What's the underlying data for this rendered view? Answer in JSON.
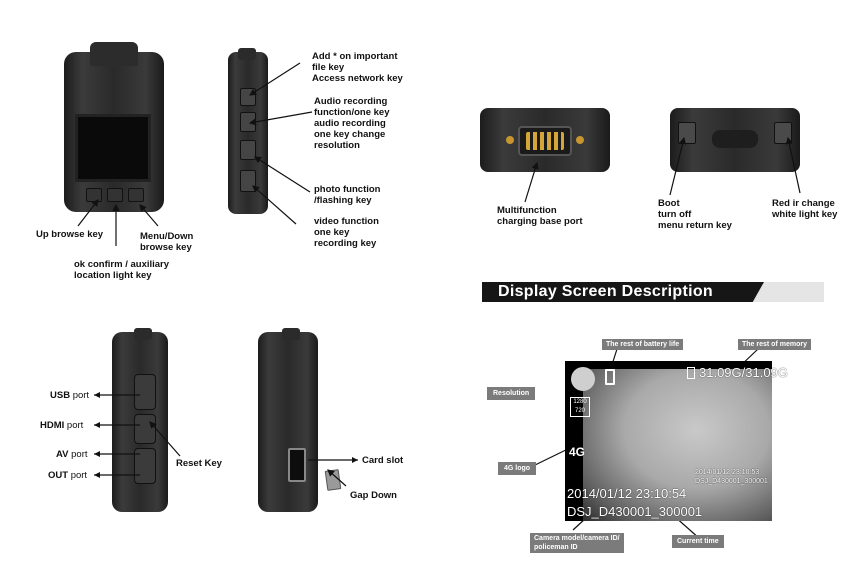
{
  "front_view": {
    "up_browse": "Up browse key",
    "menu_down": [
      "Menu/Down",
      "browse key"
    ],
    "ok_confirm": [
      "ok confirm / auxiliary",
      "location light key"
    ]
  },
  "side_view": {
    "add_key": [
      " Add * on important",
      " file key"
    ],
    "access_network": "Access network key",
    "audio": [
      "Audio recording",
      "function/one key",
      "audio recording",
      "one  key change",
      "resolution"
    ],
    "photo": [
      "photo function",
      " /flashing key"
    ],
    "video": [
      "video function",
      "one key",
      "recording key"
    ]
  },
  "bottom_view": {
    "port_label": [
      "Multifunction",
      "charging base port"
    ]
  },
  "top_view": {
    "boot": [
      "Boot",
      "turn off",
      "menu return key"
    ],
    "red_ir": [
      "Red  ir  change",
      "white  light  key"
    ]
  },
  "ports_view": {
    "usb": [
      "USB",
      " port"
    ],
    "hdmi": [
      "HDMI",
      " port"
    ],
    "av": [
      "AV",
      " port"
    ],
    "out": [
      "OUT",
      " port"
    ],
    "reset": "Reset Key"
  },
  "card_view": {
    "card_slot": "Card slot",
    "gap_down": "Gap Down"
  },
  "section_title": "Display Screen Description",
  "display": {
    "tags": {
      "battery": "The rest of battery life",
      "memory": "The rest of memory",
      "resolution": "Resolution",
      "logo_4g": "4G logo",
      "camera_id": [
        "Camera model/camera ID/",
        "policeman ID"
      ],
      "current_time": "Current time"
    },
    "screen": {
      "memory": "31.09G/31.09G",
      "res_top": "1280",
      "res_bottom": "720",
      "net": "4G",
      "time_big": "2014/01/12 23:10:54",
      "id_big": "DSJ_D430001_300001",
      "time_small": "2014/01/12 23:10:53",
      "id_small": "DSJ_D430001_300001"
    }
  }
}
